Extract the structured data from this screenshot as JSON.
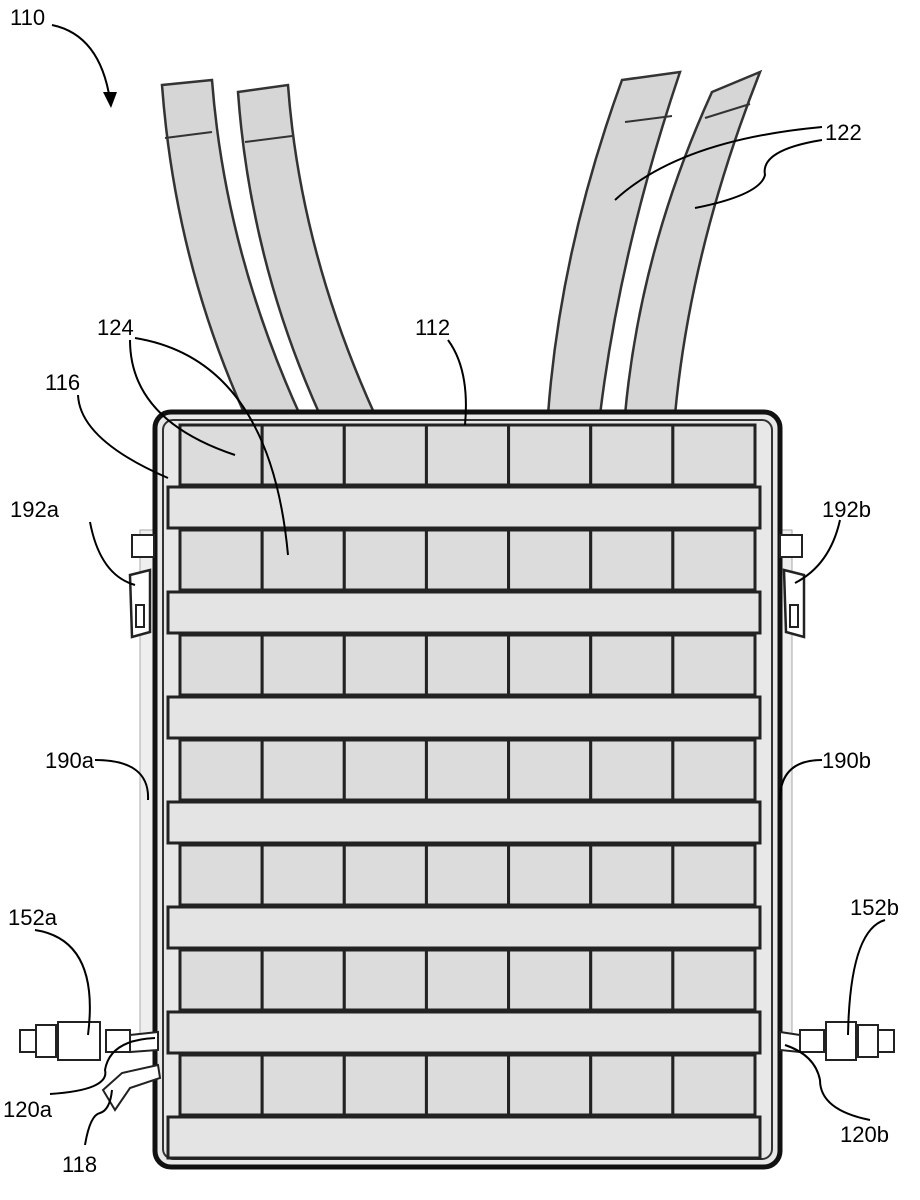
{
  "figure": {
    "labels": {
      "assembly": "110",
      "straps": "122",
      "webbing_cells": "124",
      "panel_top": "112",
      "panel_edge": "116",
      "zipper_left": "192a",
      "zipper_right": "192b",
      "side_left": "190a",
      "side_right": "190b",
      "buckle_left": "152a",
      "buckle_right": "152b",
      "strap_left": "120a",
      "strap_right": "120b",
      "pull_tab": "118"
    },
    "grid": {
      "rows": 7,
      "columns": 7
    }
  }
}
